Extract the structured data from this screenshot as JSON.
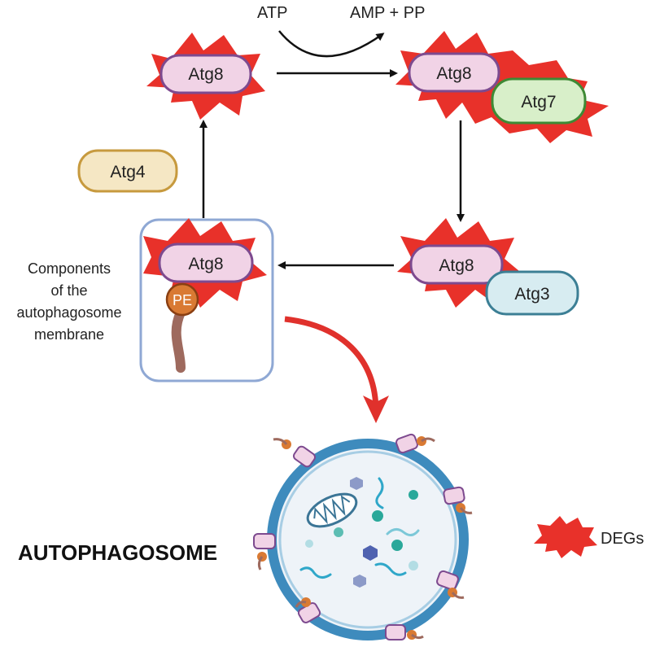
{
  "reaction": {
    "input": "ATP",
    "output": "AMP + PP"
  },
  "proteins": {
    "atg8": "Atg8",
    "atg7": "Atg7",
    "atg4": "Atg4",
    "atg3": "Atg3",
    "pe": "PE"
  },
  "membrane_label": [
    "Components",
    "of the",
    "autophagosome",
    "membrane"
  ],
  "autophagosome_label": "AUTOPHAGOSOME",
  "legend": {
    "degs_label": "DEGs"
  },
  "colors": {
    "degs_red": "#e8312a",
    "atg8_fill": "#f1d3e6",
    "atg8_stroke": "#7d4a8f",
    "atg7_fill": "#d8efc9",
    "atg7_stroke": "#3e8a35",
    "atg4_fill": "#f5e7c4",
    "atg4_stroke": "#c79a3e",
    "atg3_fill": "#d7ecf1",
    "atg3_stroke": "#3c7f95",
    "pe_fill": "#d97a33",
    "membrane_box": "#8fa8d4",
    "autophagosome_ring": "#3e8bbd"
  }
}
